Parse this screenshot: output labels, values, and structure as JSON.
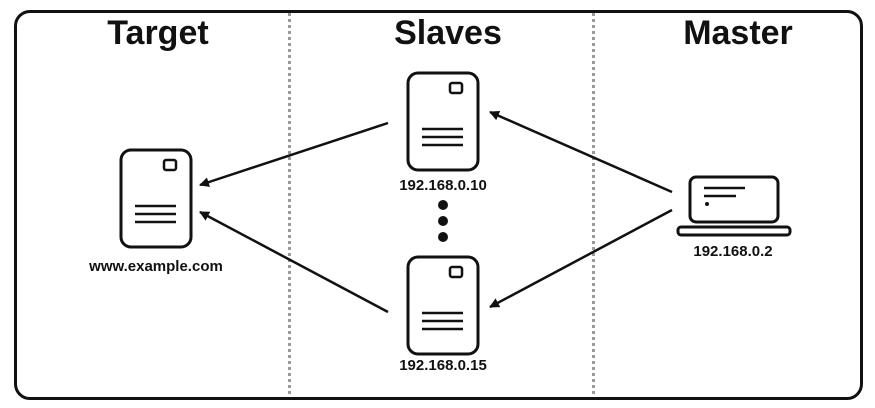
{
  "columns": {
    "target": "Target",
    "slaves": "Slaves",
    "master": "Master"
  },
  "nodes": {
    "target_host": "www.example.com",
    "slave_top_ip": "192.168.0.10",
    "slave_bottom_ip": "192.168.0.15",
    "master_ip": "192.168.0.2"
  },
  "icons": {
    "target": "server-icon",
    "slave_top": "server-icon",
    "slave_bottom": "server-icon",
    "master": "laptop-icon",
    "ellipsis": "vertical-ellipsis-icon"
  },
  "colors": {
    "stroke": "#111111",
    "divider": "#9a9a9a",
    "background": "#ffffff"
  }
}
